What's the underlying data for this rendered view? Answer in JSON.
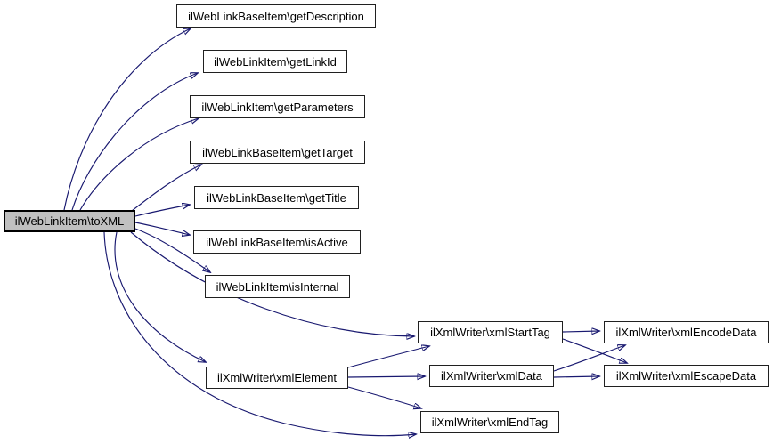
{
  "diagram": {
    "type": "call-graph",
    "background_color": "#ffffff",
    "edge_color": "#191970",
    "node_border_color": "#202020",
    "node_fill_color": "#ffffff",
    "root_fill_color": "#c0c0c0",
    "nodes": [
      {
        "id": "toXML",
        "label": "ilWebLinkItem\\toXML",
        "role": "root"
      },
      {
        "id": "getDescription",
        "label": "ilWebLinkBaseItem\\getDescription",
        "role": "callee"
      },
      {
        "id": "getLinkId",
        "label": "ilWebLinkItem\\getLinkId",
        "role": "callee"
      },
      {
        "id": "getParameters",
        "label": "ilWebLinkItem\\getParameters",
        "role": "callee"
      },
      {
        "id": "getTarget",
        "label": "ilWebLinkBaseItem\\getTarget",
        "role": "callee"
      },
      {
        "id": "getTitle",
        "label": "ilWebLinkBaseItem\\getTitle",
        "role": "callee"
      },
      {
        "id": "isActive",
        "label": "ilWebLinkBaseItem\\isActive",
        "role": "callee"
      },
      {
        "id": "isInternal",
        "label": "ilWebLinkItem\\isInternal",
        "role": "callee"
      },
      {
        "id": "xmlElement",
        "label": "ilXmlWriter\\xmlElement",
        "role": "callee"
      },
      {
        "id": "xmlStartTag",
        "label": "ilXmlWriter\\xmlStartTag",
        "role": "callee"
      },
      {
        "id": "xmlData",
        "label": "ilXmlWriter\\xmlData",
        "role": "callee"
      },
      {
        "id": "xmlEndTag",
        "label": "ilXmlWriter\\xmlEndTag",
        "role": "callee"
      },
      {
        "id": "xmlEncodeData",
        "label": "ilXmlWriter\\xmlEncodeData",
        "role": "callee"
      },
      {
        "id": "xmlEscapeData",
        "label": "ilXmlWriter\\xmlEscapeData",
        "role": "callee"
      }
    ],
    "edges": [
      {
        "from": "toXML",
        "to": "getDescription"
      },
      {
        "from": "toXML",
        "to": "getLinkId"
      },
      {
        "from": "toXML",
        "to": "getParameters"
      },
      {
        "from": "toXML",
        "to": "getTarget"
      },
      {
        "from": "toXML",
        "to": "getTitle"
      },
      {
        "from": "toXML",
        "to": "isActive"
      },
      {
        "from": "toXML",
        "to": "isInternal"
      },
      {
        "from": "toXML",
        "to": "xmlStartTag"
      },
      {
        "from": "toXML",
        "to": "xmlElement"
      },
      {
        "from": "toXML",
        "to": "xmlEndTag"
      },
      {
        "from": "xmlElement",
        "to": "xmlStartTag"
      },
      {
        "from": "xmlElement",
        "to": "xmlData"
      },
      {
        "from": "xmlElement",
        "to": "xmlEndTag"
      },
      {
        "from": "xmlStartTag",
        "to": "xmlEncodeData"
      },
      {
        "from": "xmlStartTag",
        "to": "xmlEscapeData"
      },
      {
        "from": "xmlData",
        "to": "xmlEncodeData"
      },
      {
        "from": "xmlData",
        "to": "xmlEscapeData"
      }
    ]
  }
}
